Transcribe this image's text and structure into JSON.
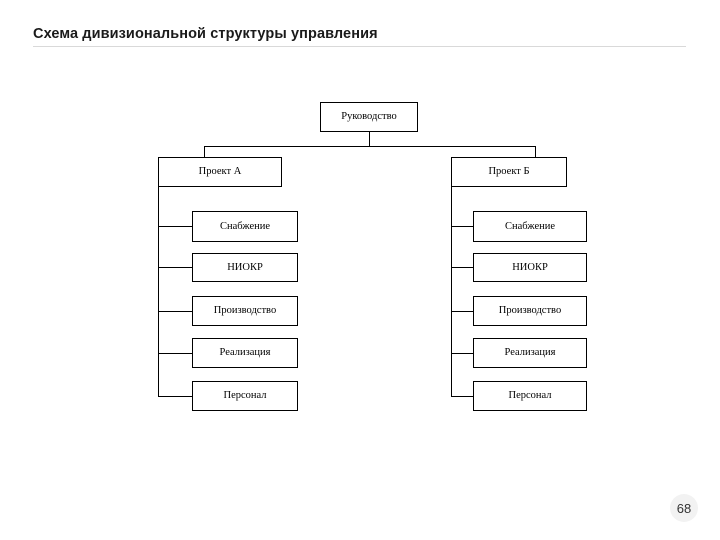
{
  "slide": {
    "title": "Схема дивизиональной структуры управления",
    "page_number": "68",
    "background_color": "#ffffff",
    "line_color": "#000000",
    "title_color": "#1a1a1a"
  },
  "diagram": {
    "type": "org-chart",
    "root": {
      "label": "Руководство"
    },
    "branches": [
      {
        "label": "Проект А",
        "children": [
          {
            "label": "Снабжение"
          },
          {
            "label": "НИОКР"
          },
          {
            "label": "Производство"
          },
          {
            "label": "Реализация"
          },
          {
            "label": "Персонал"
          }
        ]
      },
      {
        "label": "Проект Б",
        "children": [
          {
            "label": "Снабжение"
          },
          {
            "label": "НИОКР"
          },
          {
            "label": "Производство"
          },
          {
            "label": "Реализация"
          },
          {
            "label": "Персонал"
          }
        ]
      }
    ]
  }
}
